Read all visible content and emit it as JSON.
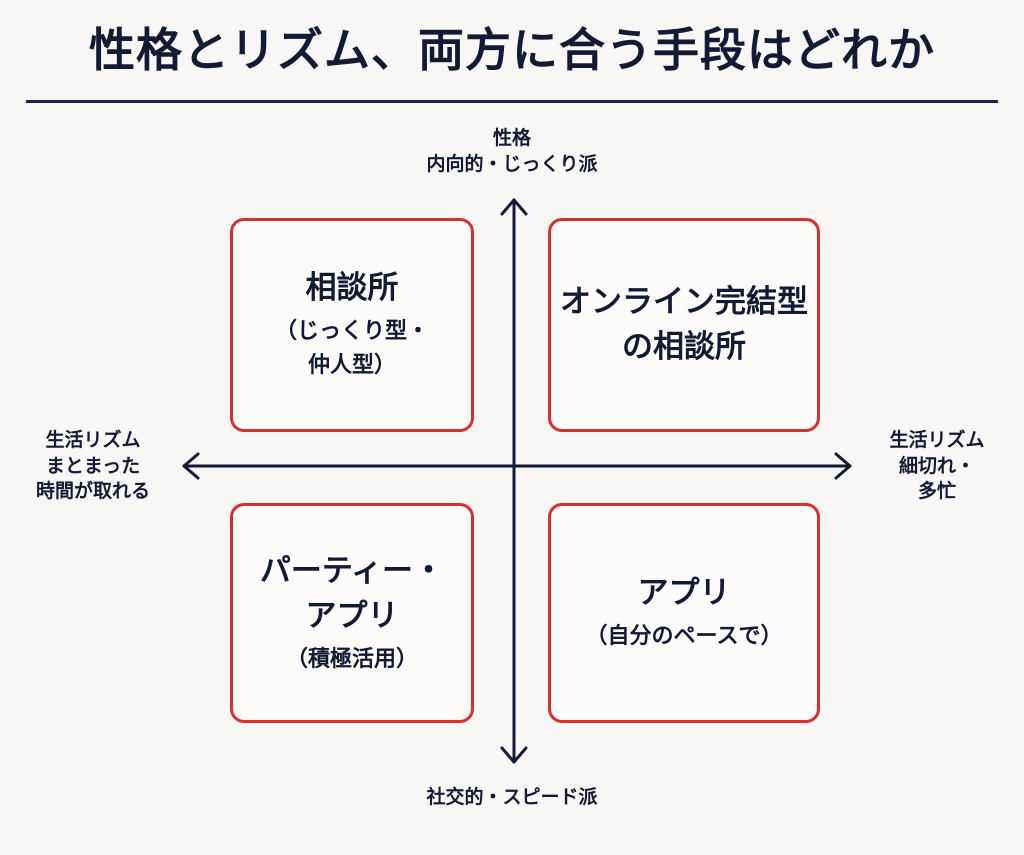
{
  "title": "性格とリズム、両方に合う手段はどれか",
  "axes": {
    "top": {
      "line1": "性格",
      "line2": "内向的・じっくり派"
    },
    "bottom": {
      "line1": "社交的・スピード派"
    },
    "left": {
      "line1": "生活リズム",
      "line2": "まとまった",
      "line3": "時間が取れる"
    },
    "right": {
      "line1": "生活リズム",
      "line2": "細切れ・",
      "line3": "多忙"
    }
  },
  "quadrants": {
    "top_left": {
      "main": "相談所",
      "sub1": "（じっくり型・",
      "sub2": "仲人型）"
    },
    "top_right": {
      "main1": "オンライン完結型",
      "main2": "の相談所"
    },
    "bottom_left": {
      "main1": "パーティー・",
      "main2": "アプリ",
      "sub1": "（積極活用）"
    },
    "bottom_right": {
      "main1": "アプリ",
      "sub1": "（自分のペースで）"
    }
  },
  "colors": {
    "navy": "#141a33",
    "accent_red": "#d8302c",
    "background": "#f8f7f5"
  }
}
